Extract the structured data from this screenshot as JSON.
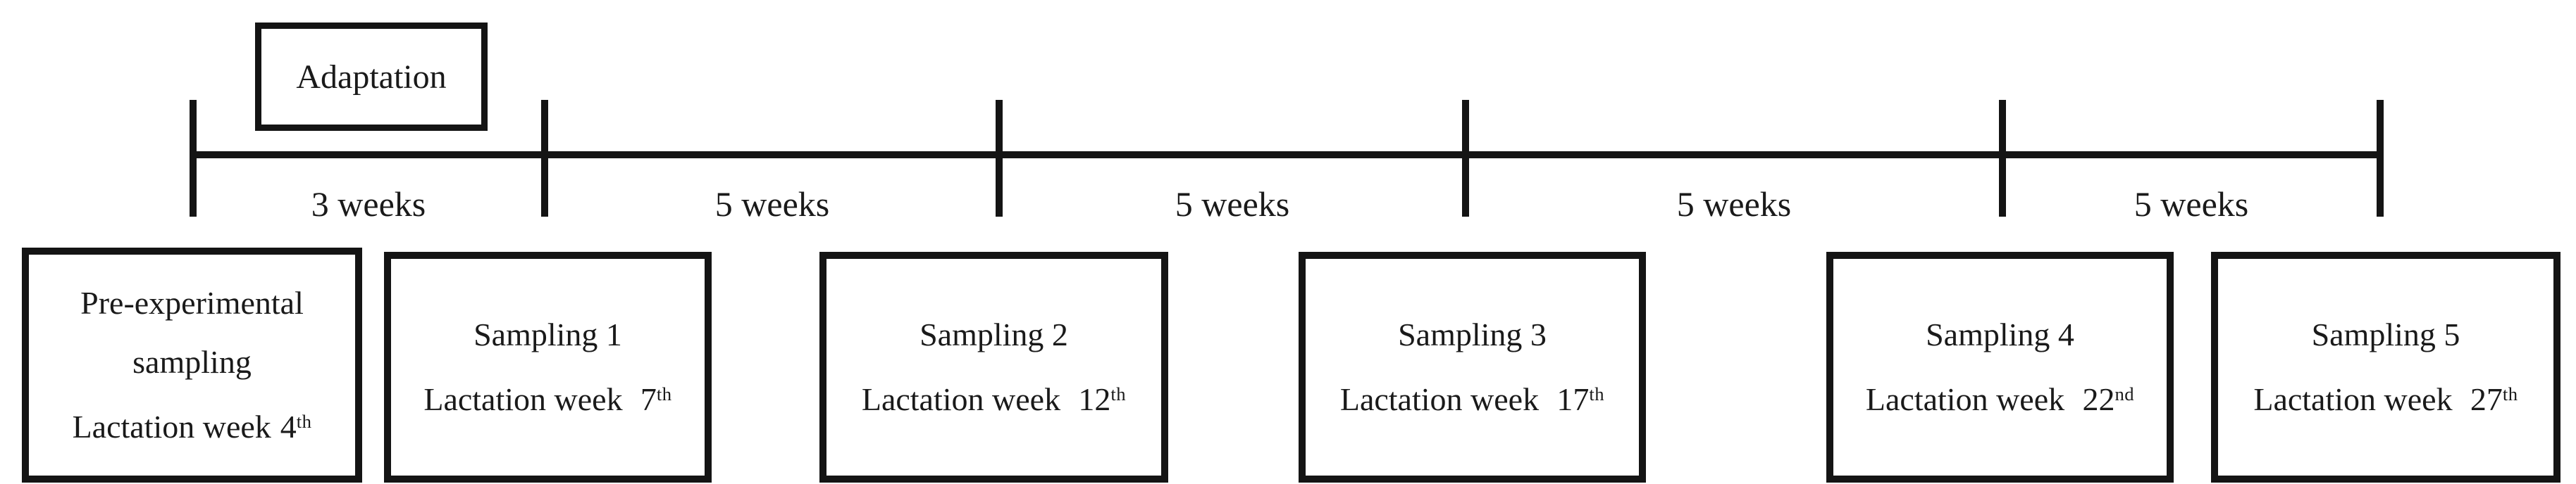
{
  "figure": {
    "adaptation_label": "Adaptation",
    "intervals": [
      {
        "label": "3 weeks"
      },
      {
        "label": "5 weeks"
      },
      {
        "label": "5 weeks"
      },
      {
        "label": "5 weeks"
      },
      {
        "label": "5 weeks"
      }
    ],
    "boxes": [
      {
        "lines": [
          "Pre-experimental",
          "sampling"
        ],
        "week_prefix": "Lactation week",
        "week_number": "4",
        "week_ordinal": "th"
      },
      {
        "lines": [
          "Sampling 1"
        ],
        "week_prefix": "Lactation week",
        "week_number": "7",
        "week_ordinal": "th"
      },
      {
        "lines": [
          "Sampling 2"
        ],
        "week_prefix": "Lactation week",
        "week_number": "12",
        "week_ordinal": "th"
      },
      {
        "lines": [
          "Sampling 3"
        ],
        "week_prefix": "Lactation week",
        "week_number": "17",
        "week_ordinal": "th"
      },
      {
        "lines": [
          "Sampling 4"
        ],
        "week_prefix": "Lactation week",
        "week_number": "22",
        "week_ordinal": "nd"
      },
      {
        "lines": [
          "Sampling 5"
        ],
        "week_prefix": "Lactation week",
        "week_number": "27",
        "week_ordinal": "th"
      }
    ],
    "colors": {
      "ink": "#1a1a1a",
      "line": "#141414",
      "background": "#ffffff"
    }
  }
}
